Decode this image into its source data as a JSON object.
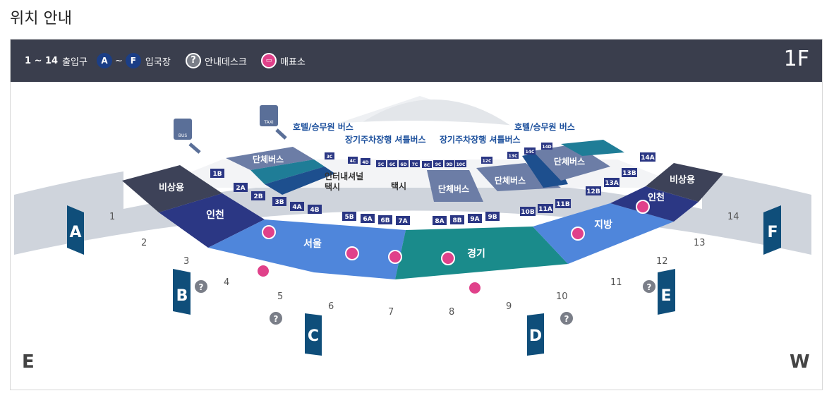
{
  "page": {
    "title": "위치 안내"
  },
  "legend": {
    "gates_range": "1 ~ 14",
    "gates_label": "출입구",
    "entry_from": "A",
    "entry_sep": "~",
    "entry_to": "F",
    "entry_label": "입국장",
    "info_label": "안내데스크",
    "ticket_label": "매표소"
  },
  "floor": "1F",
  "directions": {
    "left": "E",
    "right": "W"
  },
  "zones": {
    "seoul": "서울",
    "gyeonggi": "경기",
    "incheon_left": "인천",
    "incheon_right": "인천",
    "jibang": "지방",
    "emergency_left": "비상용",
    "emergency_right": "비상용",
    "group_bus_left": "단체버스",
    "group_bus_right": "단체버스",
    "group_bus_center": "단체버스",
    "group_bus_center2": "단체버스",
    "taxi_center": "택시",
    "interterminal_1": "인터내셔널",
    "interterminal_2": "택시",
    "hotel_bus_left": "호텔/승무원 버스",
    "hotel_bus_right": "호텔/승무원 버스",
    "shuttle_left": "장기주차장행 셔틀버스",
    "shuttle_right": "장기주차장행 셔틀버스"
  },
  "icons": {
    "bus_label": "BUS",
    "taxi_label": "TAXI"
  },
  "entries": [
    "A",
    "B",
    "C",
    "D",
    "E",
    "F"
  ],
  "gates": [
    "1",
    "2",
    "3",
    "4",
    "5",
    "6",
    "7",
    "8",
    "9",
    "10",
    "11",
    "12",
    "13",
    "14"
  ],
  "stops_outer": [
    "1B",
    "2A",
    "2B",
    "3B",
    "4A",
    "4B",
    "5B",
    "6A",
    "6B",
    "7A",
    "8A",
    "8B",
    "9A",
    "9B",
    "10B",
    "11A",
    "11B",
    "12B",
    "13A",
    "13B",
    "14A"
  ],
  "stops_inner": [
    "3C",
    "4C",
    "4D",
    "5C",
    "6C",
    "6D",
    "7C",
    "8C",
    "9C",
    "9D",
    "10C",
    "12C",
    "13C",
    "14C",
    "14D"
  ],
  "colors": {
    "seoul": "#4f86db",
    "gyeonggi": "#1a8b8b",
    "incheon": "#2b3784",
    "emergency": "#3d4258",
    "group_bus": "#6c7da6",
    "teal_lane": "#1f7d97",
    "navy_lane": "#1d4f8e",
    "concourse": "#cfd4dc",
    "entry": "#0f4e7a",
    "stop": "#2b3784",
    "ticket": "#e0418a",
    "info": "#7a7e88"
  }
}
